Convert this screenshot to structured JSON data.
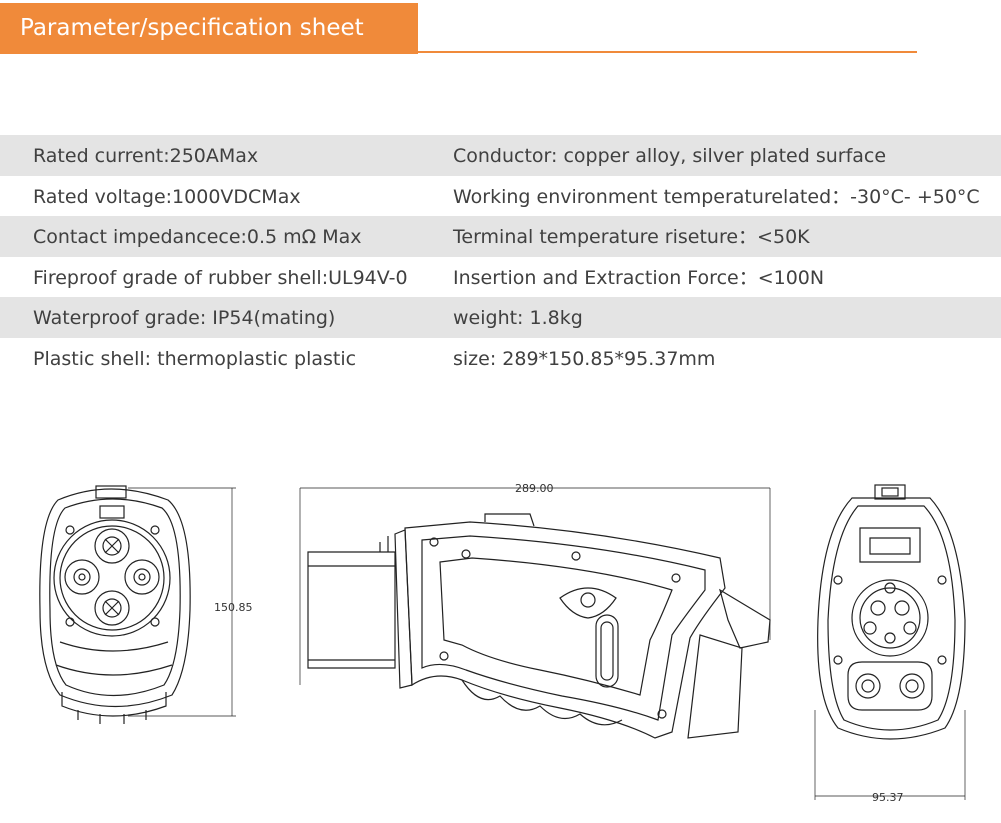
{
  "header": {
    "title": "Parameter/specification sheet"
  },
  "specs": [
    {
      "left": "Rated current:250AMax",
      "right": "Conductor: copper alloy, silver plated surface"
    },
    {
      "left": "Rated voltage:1000VDCMax",
      "right": "Working environment temperaturelated：-30°C- +50°C"
    },
    {
      "left": "Contact impedancece:0.5 mΩ Max",
      "right": "Terminal temperature riseture：<50K"
    },
    {
      "left": "Fireproof grade of rubber shell:UL94V-0",
      "right": "Insertion and Extraction Force：<100N"
    },
    {
      "left": "Waterproof grade: IP54(mating)",
      "right": "weight: 1.8kg"
    },
    {
      "left": "Plastic shell: thermoplastic plastic",
      "right": "size: 289*150.85*95.37mm"
    }
  ],
  "dimensions": {
    "height": "150.85",
    "length": "289.00",
    "width": "95.37"
  }
}
